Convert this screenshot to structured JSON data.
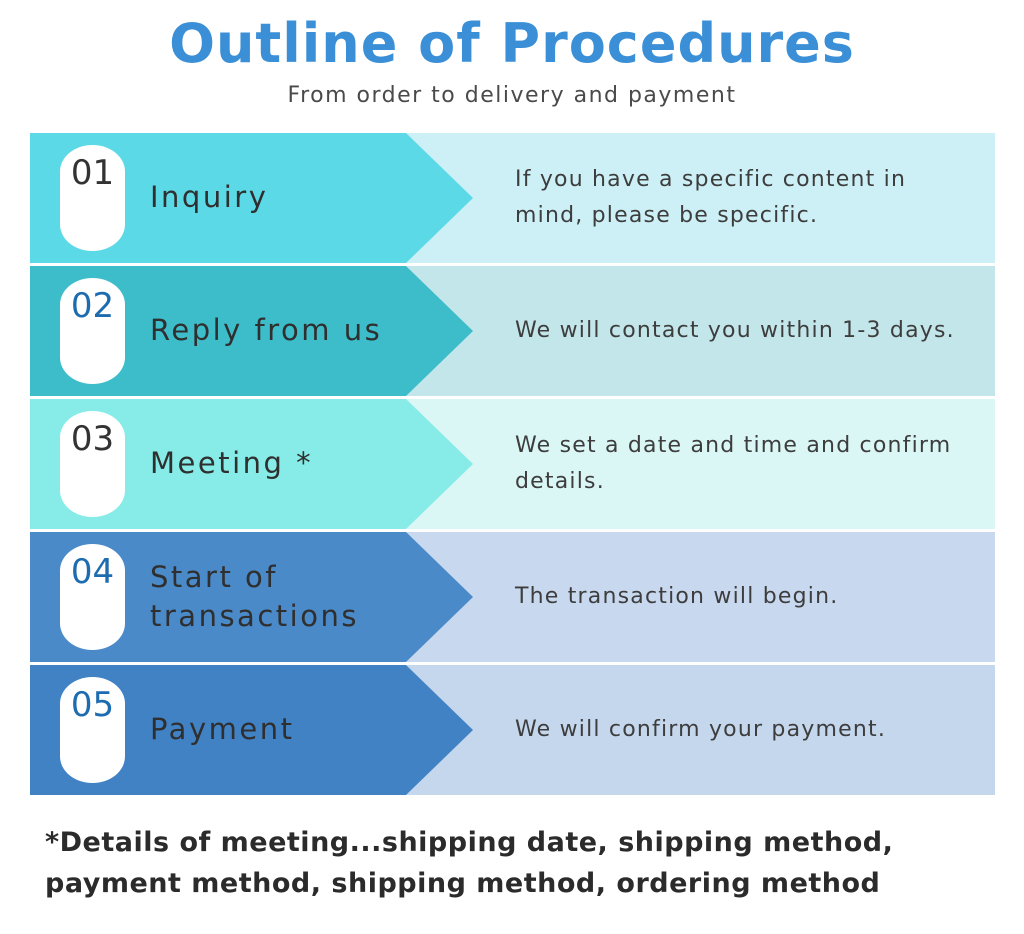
{
  "header": {
    "title": "Outline of Procedures",
    "subtitle": "From order to delivery and payment"
  },
  "steps": [
    {
      "number": "01",
      "label": "Inquiry",
      "description": "If you have a specific content in mind, please be specific.",
      "arrow_color": "#5cd9e6",
      "panel_color": "#cdf0f6",
      "number_color": "#333333"
    },
    {
      "number": "02",
      "label": "Reply from us",
      "description": "We will contact you within 1-3 days.",
      "arrow_color": "#3dbdca",
      "panel_color": "#c3e6ea",
      "number_color": "#1e6cb0"
    },
    {
      "number": "03",
      "label": "Meeting *",
      "description": "We set a date and time and confirm details.",
      "arrow_color": "#87ece7",
      "panel_color": "#daf7f5",
      "number_color": "#333333"
    },
    {
      "number": "04",
      "label": "Start of transactions",
      "description": "The transaction will begin.",
      "arrow_color": "#4a8ac9",
      "panel_color": "#c8d9ef",
      "number_color": "#1e6cb0"
    },
    {
      "number": "05",
      "label": "Payment",
      "description": "We will confirm your payment.",
      "arrow_color": "#4182c5",
      "panel_color": "#c5d7ed",
      "number_color": "#1e6cb0"
    }
  ],
  "footnote": "*Details of meeting...shipping date, shipping method, payment method, shipping method, ordering method",
  "colors": {
    "title": "#3b8fd6",
    "subtitle": "#4a4a4a",
    "label": "#2f2f2f",
    "description": "#3d3d3d",
    "footnote": "#2b2b2b"
  }
}
